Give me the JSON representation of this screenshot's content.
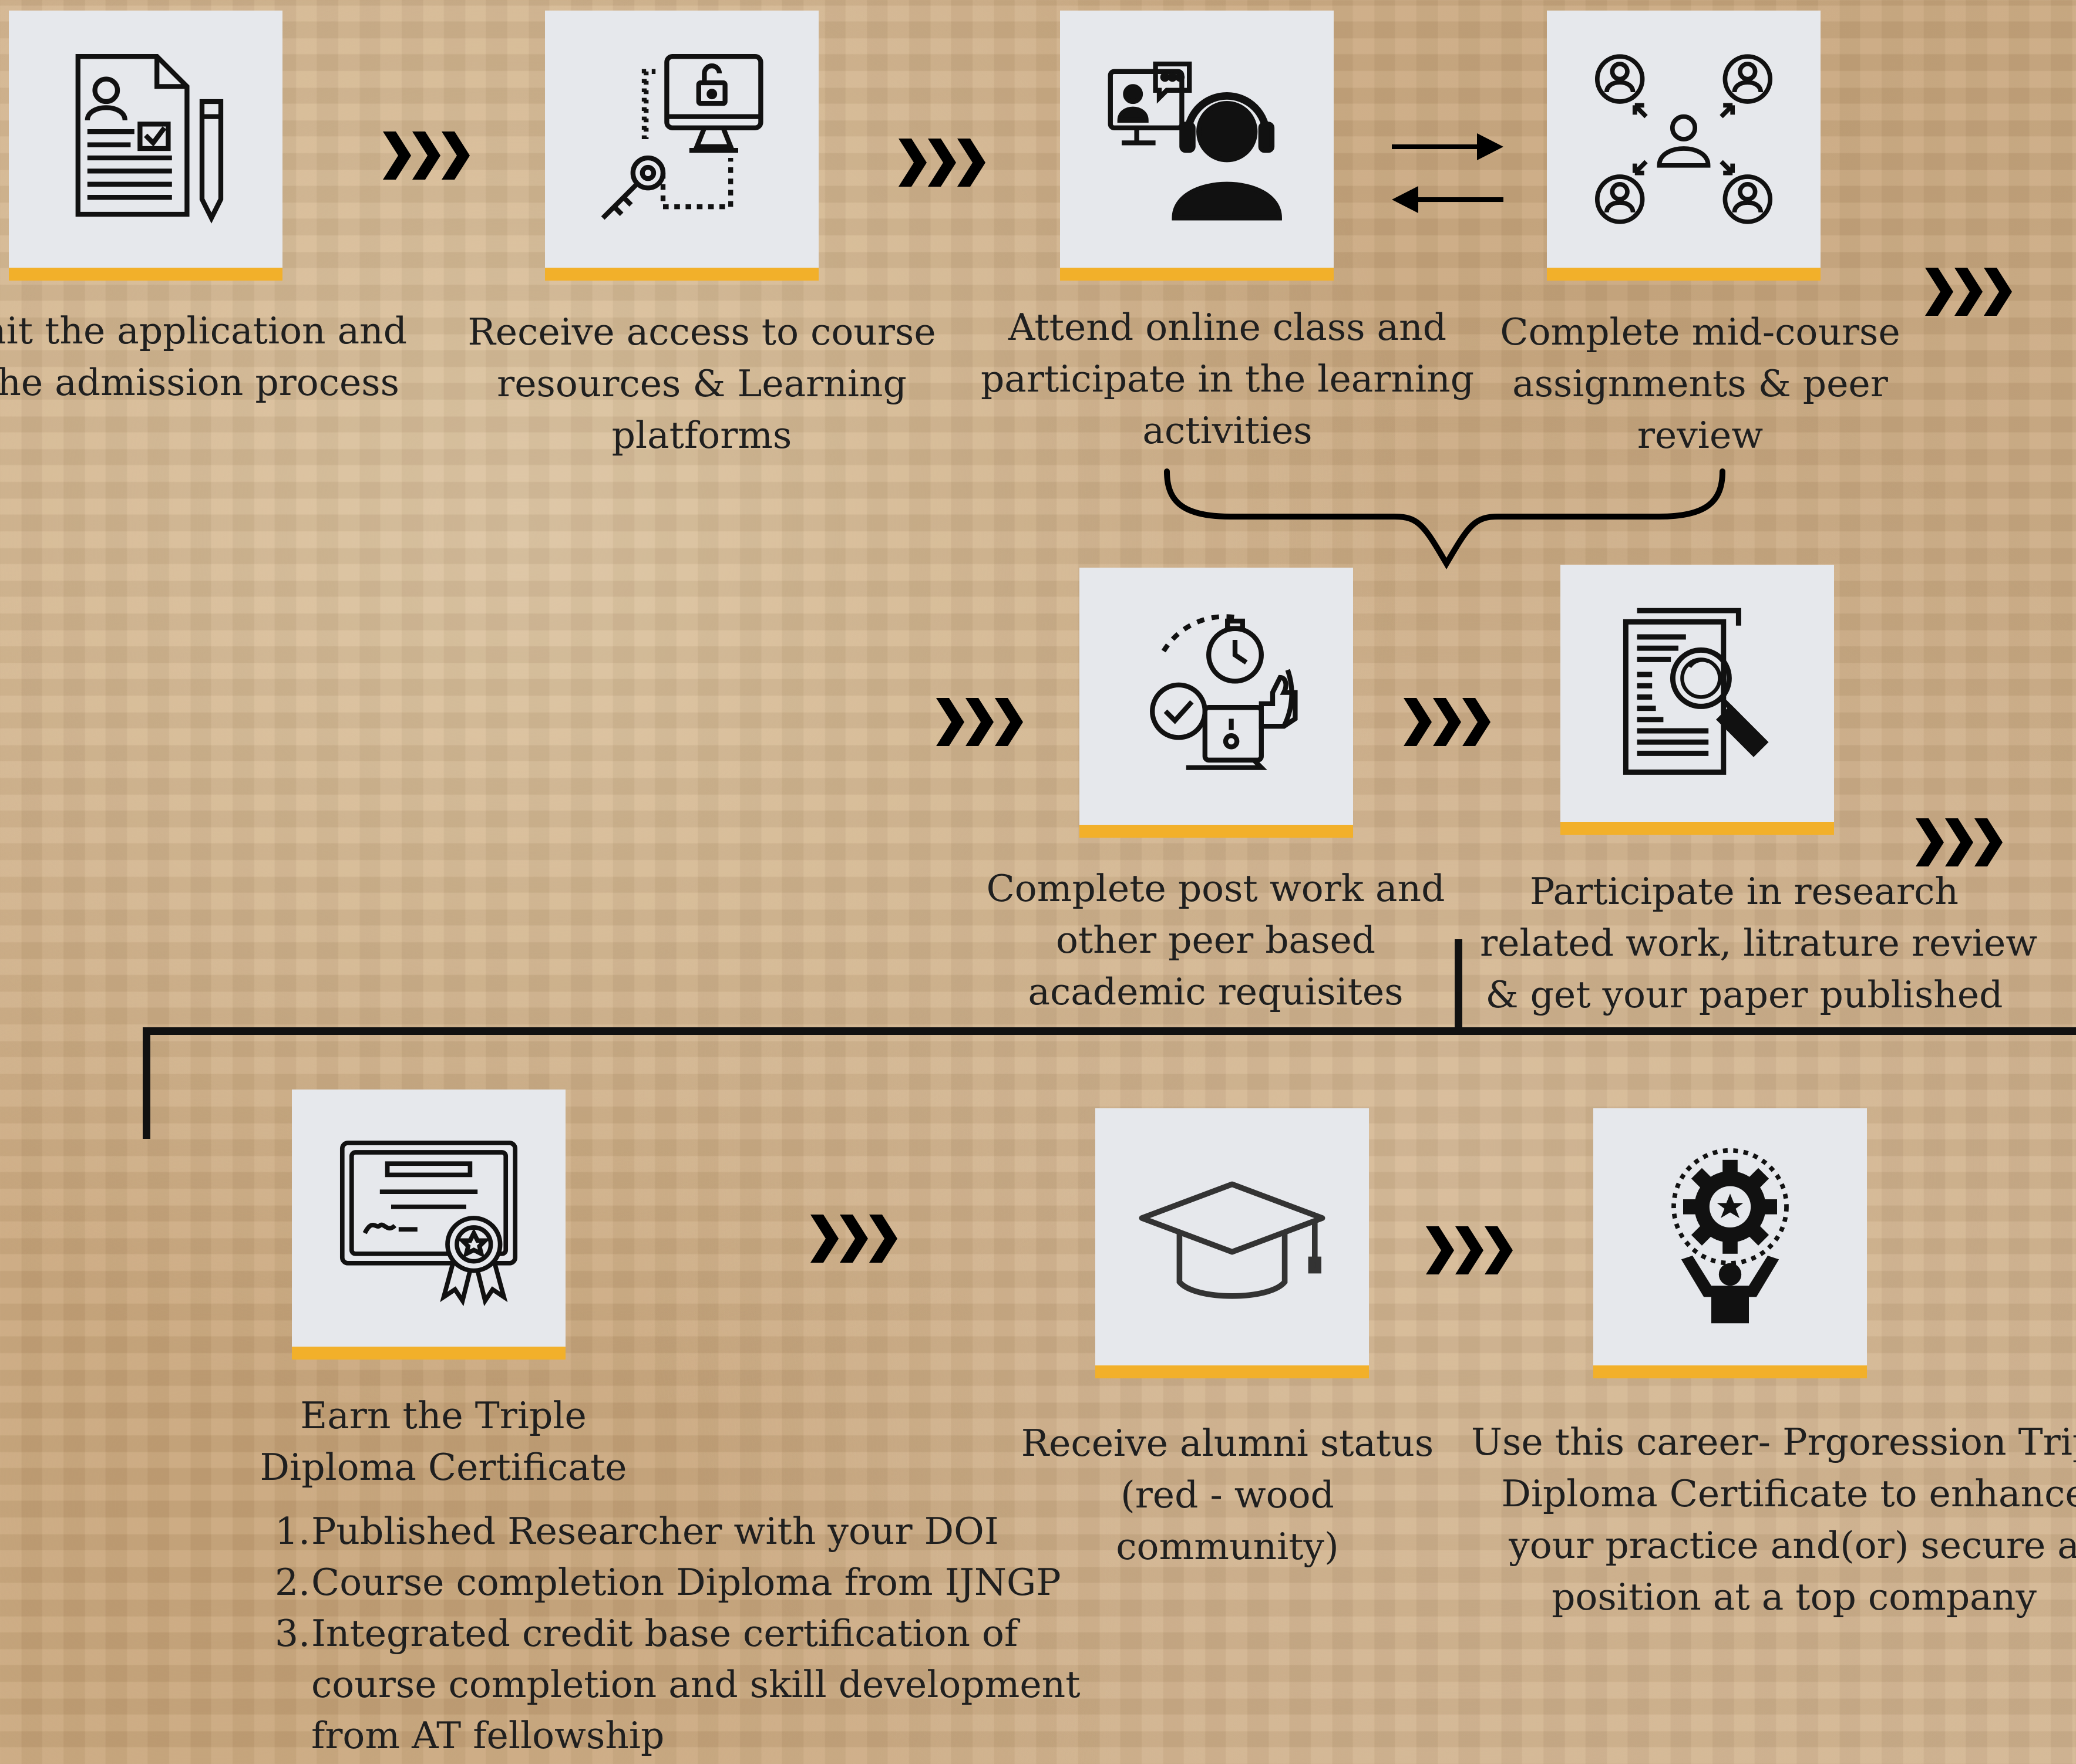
{
  "steps": [
    {
      "id": "apply",
      "icon": "application-form-icon",
      "caption": [
        "nit the application and",
        "the admission process"
      ]
    },
    {
      "id": "access",
      "icon": "secure-access-icon",
      "caption": [
        "Receive access to course",
        "resources & Learning",
        "platforms"
      ]
    },
    {
      "id": "online-class",
      "icon": "online-class-icon",
      "caption": [
        "Attend online class and",
        "participate in the learning",
        "activities"
      ]
    },
    {
      "id": "assignments",
      "icon": "peer-network-icon",
      "caption": [
        "Complete mid-course",
        "assignments & peer",
        "review"
      ]
    },
    {
      "id": "post-work",
      "icon": "task-completion-icon",
      "caption": [
        "Complete post work and",
        "other peer based",
        "academic requisites"
      ]
    },
    {
      "id": "research",
      "icon": "research-document-icon",
      "caption": [
        "Participate in research",
        "related work, litrature review",
        "& get your paper published"
      ]
    },
    {
      "id": "certificate",
      "icon": "certificate-icon",
      "caption": [
        "Earn the Triple",
        "Diploma Certificate"
      ]
    },
    {
      "id": "alumni",
      "icon": "graduation-cap-icon",
      "caption": [
        "Receive alumni status",
        "(red - wood",
        "community)"
      ]
    },
    {
      "id": "career",
      "icon": "career-achievement-icon",
      "caption": [
        "Use this career- Prgoression Triple",
        "Diploma Certificate to enhance",
        "your practice and(or) secure a",
        "position at a top company"
      ]
    }
  ],
  "certificate_list": [
    {
      "num": "1.",
      "lines": [
        "Published Researcher with your DOI"
      ]
    },
    {
      "num": "2.",
      "lines": [
        "Course completion Diploma from IJNGP"
      ]
    },
    {
      "num": "3.",
      "lines": [
        "Integrated credit base certification of",
        "course completion and skill development",
        "from AT fellowship"
      ]
    }
  ],
  "colors": {
    "card": "#e6e8ec",
    "accent": "#f2b02a",
    "ink": "#111111"
  }
}
